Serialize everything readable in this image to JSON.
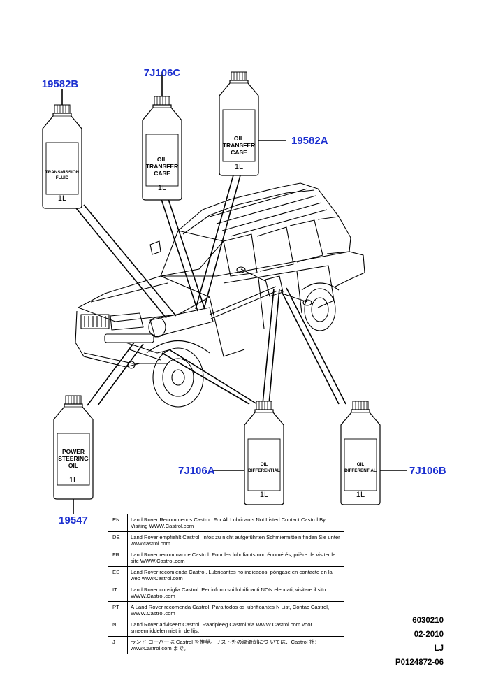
{
  "bottles": {
    "b19582B": {
      "label": [
        "TRANSMISSION",
        "FLUID"
      ],
      "volume": "1L"
    },
    "b7J106C": {
      "label": [
        "OIL",
        "TRANSFER",
        "CASE"
      ],
      "volume": "1L"
    },
    "b19582A": {
      "label": [
        "OIL",
        "TRANSFER",
        "CASE"
      ],
      "volume": "1L"
    },
    "b19547": {
      "label": [
        "POWER",
        "STEERING",
        "OIL"
      ],
      "volume": "1L"
    },
    "b7J106A": {
      "label": [
        "OIL",
        "DIFFERENTIAL"
      ],
      "volume": "1L"
    },
    "b7J106B": {
      "label": [
        "OIL",
        "DIFFERENTIAL"
      ],
      "volume": "1L"
    }
  },
  "part_numbers": {
    "p19582B": "19582B",
    "p7J106C": "7J106C",
    "p19582A": "19582A",
    "p19547": "19547",
    "p7J106A": "7J106A",
    "p7J106B": "7J106B"
  },
  "languages": [
    {
      "code": "EN",
      "text": "Land Rover Recommends Castrol.  For All Lubricants Not Listed Contact Castrol By Visiting WWW.Castrol.com"
    },
    {
      "code": "DE",
      "text": "Land Rover empfiehlt Castrol.  Infos zu nicht aufgeführten Schmiermitteln finden Sie unter www.castrol.com"
    },
    {
      "code": "FR",
      "text": "Land Rover recommande Castrol. Pour les lubrifiants non énumérés, prière de visiter le site WWW.Castrol.com"
    },
    {
      "code": "ES",
      "text": "Land Rover recomienda Castrol.  Lubricantes no indicados, póngase en contacto en la web www.Castrol.com"
    },
    {
      "code": "IT",
      "text": "Land Rover consiglia Castrol.  Per inform sui lubrificanti NON elencati, visitare il sito WWW.Castrol.com"
    },
    {
      "code": "PT",
      "text": "A Land Rover recomenda Castrol.  Para todos os lubrificantes N List, Contac Castrol, WWW.Castrol.com"
    },
    {
      "code": "NL",
      "text": "Land Rover adviseert Castrol.  Raadpleeg Castrol via WWW.Castrol.com voor smeermiddelen niet in de lijst"
    },
    {
      "code": "J",
      "text": "ランド ローバーは Castrol を推奨。リスト外の潤滑剤につ いては、Castrol 社：www.Castrol.com まで。"
    }
  ],
  "footer": {
    "line1": "6030210",
    "line2": "02-2010",
    "line3": "LJ",
    "line4": "P0124872-06"
  },
  "colors": {
    "part_number": "#1b2fd0",
    "ink": "#000000"
  }
}
